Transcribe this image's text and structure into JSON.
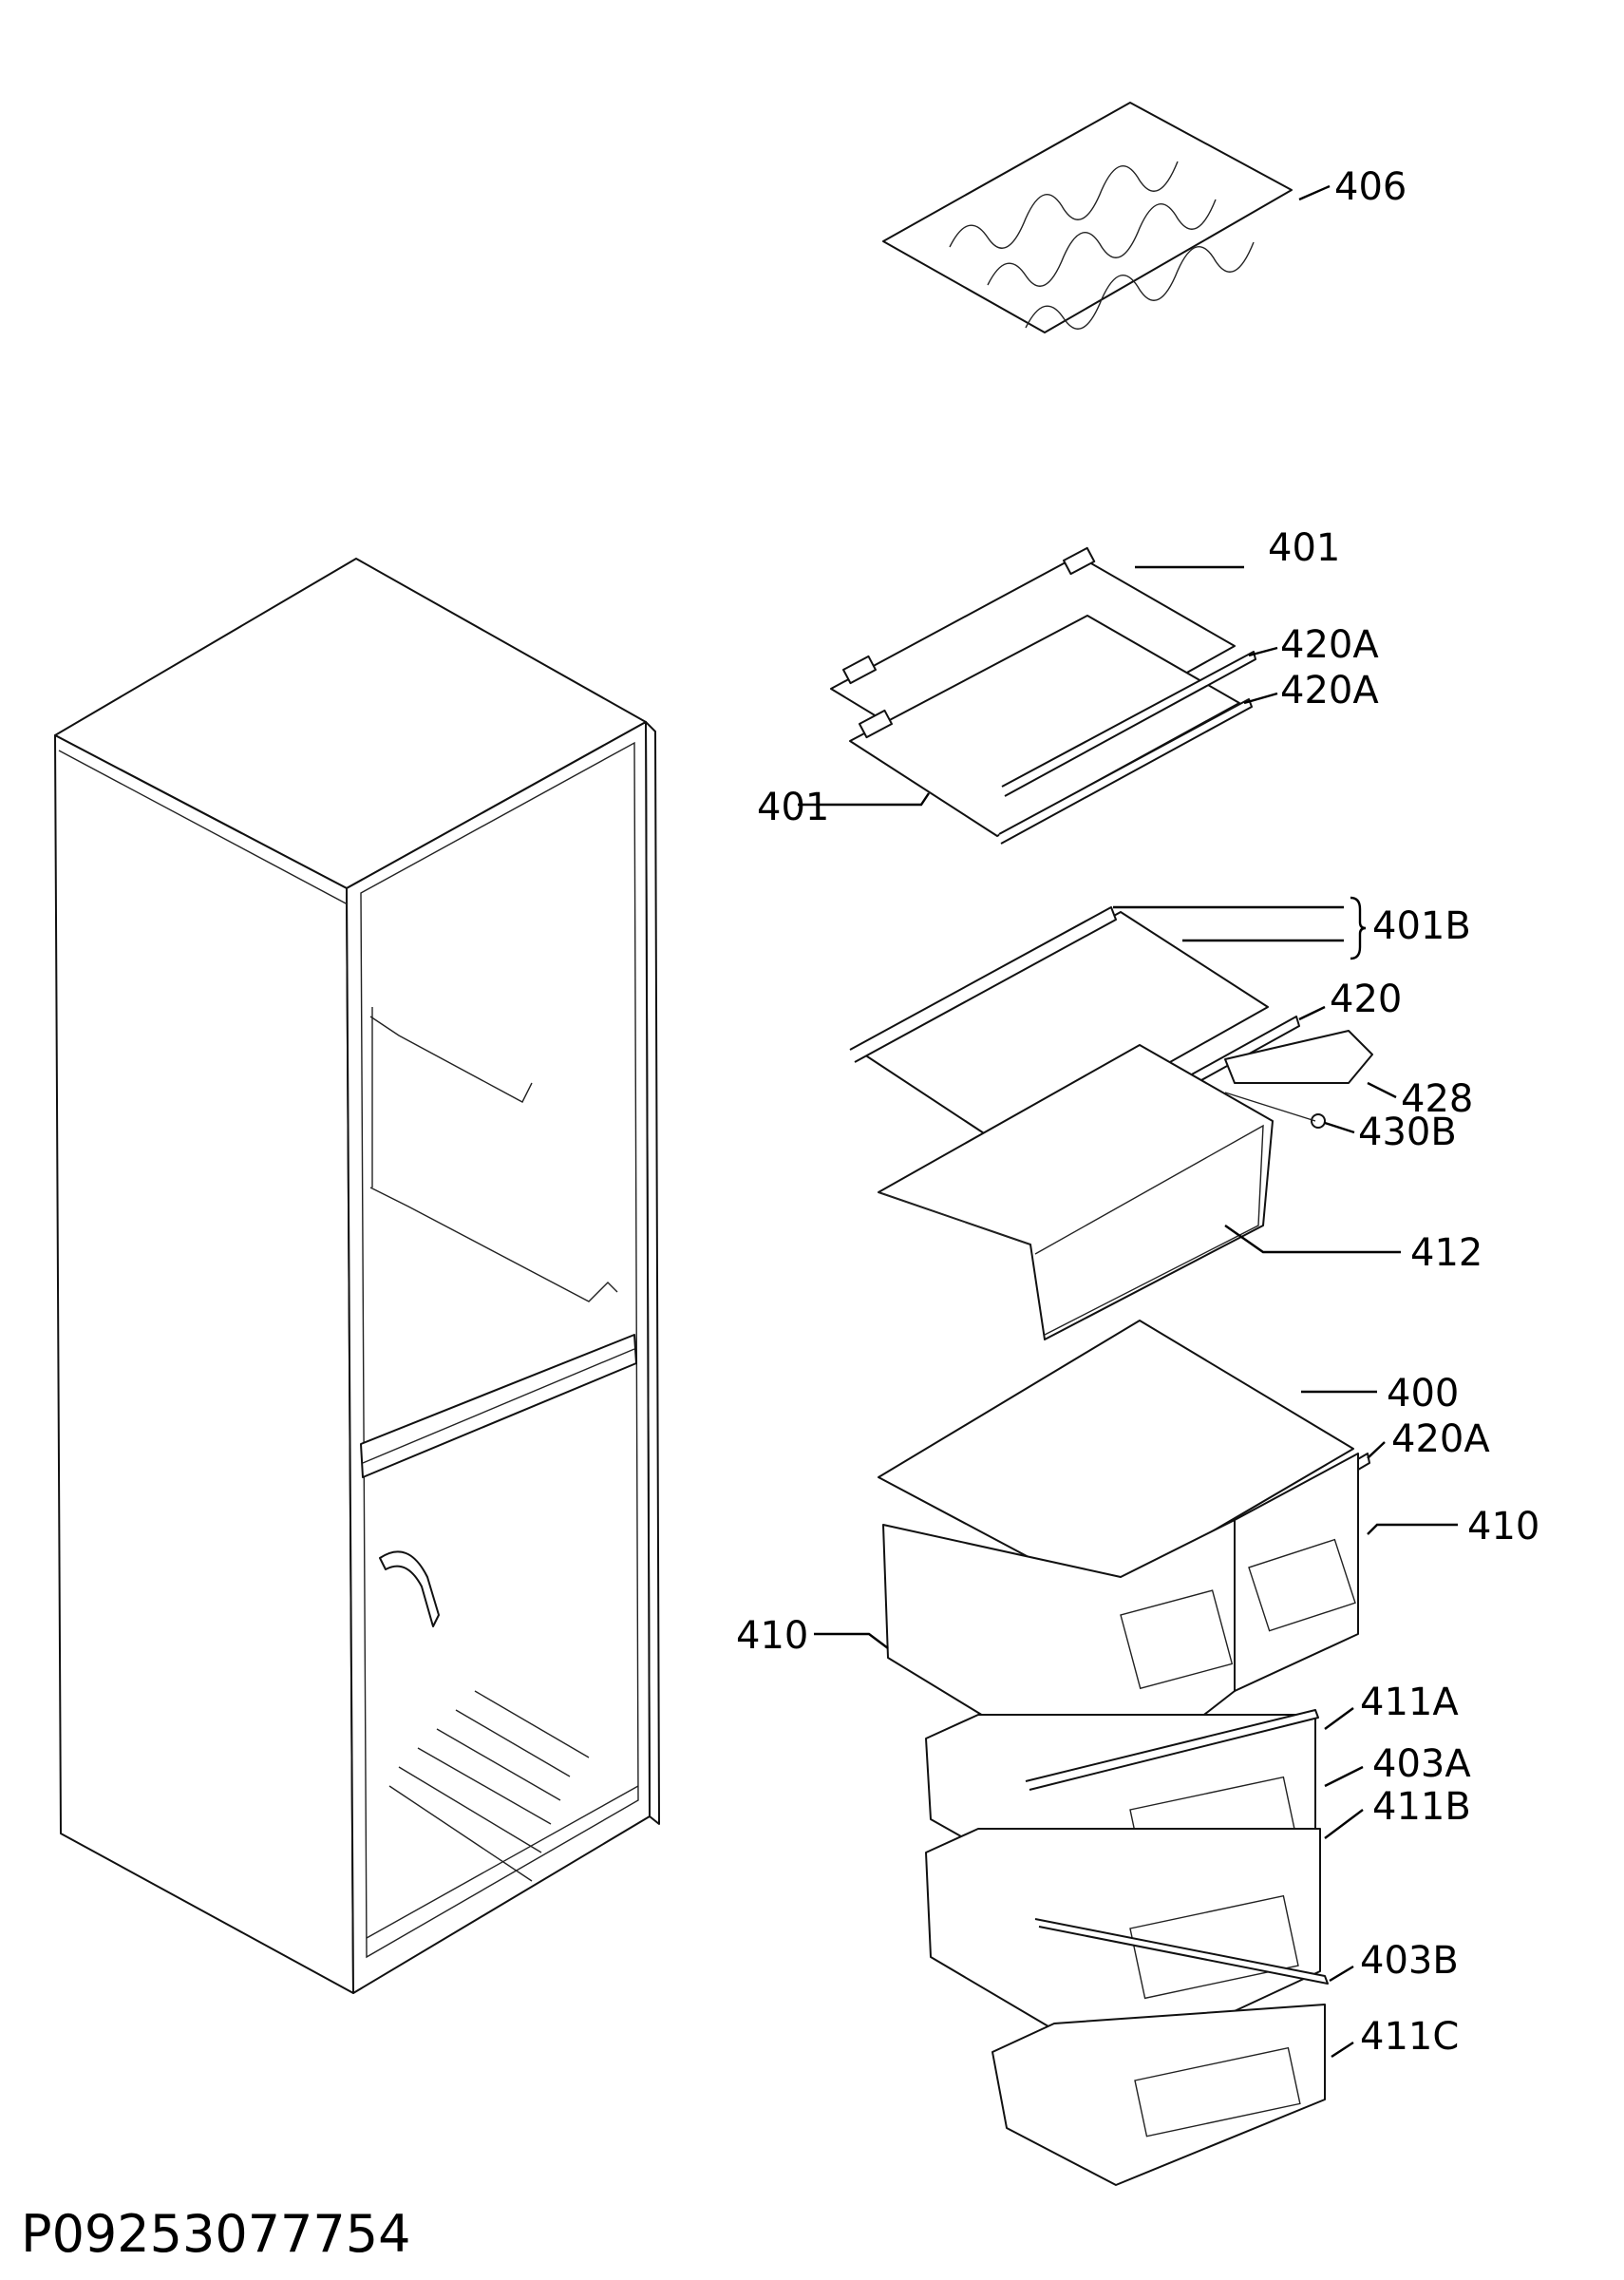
{
  "labels": {
    "l406": "406",
    "l401_top": "401",
    "l420a_1": "420A",
    "l420a_2": "420A",
    "l401_left": "401",
    "l401b": "401B",
    "l420": "420",
    "l428": "428",
    "l430b": "430B",
    "l412": "412",
    "l400": "400",
    "l420a_3": "420A",
    "l410_right": "410",
    "l410_left": "410",
    "l411a": "411A",
    "l403a": "403A",
    "l411b": "411B",
    "l403b": "403B",
    "l411c": "411C"
  },
  "drawing_code": "P09253077754"
}
